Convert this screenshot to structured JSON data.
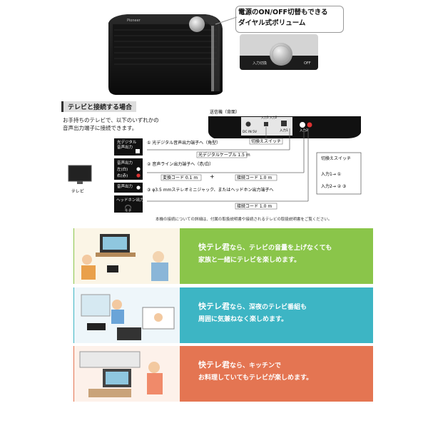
{
  "callout": {
    "line1": "電源のON/OFF切替もできる",
    "line2": "ダイヤル式ボリューム"
  },
  "product": {
    "logo": "Pioneer"
  },
  "knob_photo": {
    "label_left": "入力切換",
    "label_right": "OFF"
  },
  "section": {
    "title": "テレビと接続する場合",
    "intro_line1": "お手持ちのテレビで、以下のいずれかの",
    "intro_line2": "音声出力端子に接続できます。"
  },
  "diagram": {
    "transmitter_title": "送信機（背面）",
    "transmitter_port_dc": "DC IN 5V",
    "transmitter_port_in1": "入力1",
    "transmitter_port_in2": "入力2",
    "transmitter_port_in12": "入力1 入力2",
    "switch_label": "切換えスイッチ",
    "switch_box_title": "切換えスイッチ",
    "switch_box_line1": "入力1→ ①",
    "switch_box_line2": "入力2→ ② ③",
    "tv_label": "テレビ",
    "jack_optical_line1": "光デジタル",
    "jack_optical_line2": "音声出力",
    "jack_line_title": "音声出力",
    "jack_line_left": "左(白)",
    "jack_line_right": "右(赤)",
    "jack_audio": "音声出力",
    "jack_headphone": "ヘッドホン出力",
    "conn1": "① 光デジタル音声出力端子へ（角型）",
    "conn1_cable": "光デジタルケーブル 1.5 m",
    "conn2": "② 音声ライン出力端子へ（赤/白）",
    "conn2_cable_a": "変換コード 0.1 m",
    "conn2_plus": "+",
    "conn2_cable_b": "接続コード 1.0 m",
    "conn3": "③ φ3.5 mmステレオミニジャック、またはヘッドホン出力端子へ",
    "conn3_cable": "接続コード 1.0 m",
    "footnote": "本機の接続についての詳細は、付属の取扱説明書や接続されるテレビの取扱説明書をご覧ください。"
  },
  "bands": [
    {
      "brand": "快テレ君",
      "rest1": "なら、テレビの音量を上げなくても",
      "line2": "家族と一緒にテレビを楽しめます。"
    },
    {
      "brand": "快テレ君",
      "rest1": "なら、深夜のテレビ番組も",
      "line2": "周囲に気兼ねなく楽しめます。"
    },
    {
      "brand": "快テレ君",
      "rest1": "なら、キッチンで",
      "line2": "お料理していてもテレビが楽しめます。"
    }
  ],
  "colors": {
    "band1": "#8ac54a",
    "band2": "#3db5c4",
    "band3": "#e47552",
    "speaker_body": "#1a1a1a"
  }
}
